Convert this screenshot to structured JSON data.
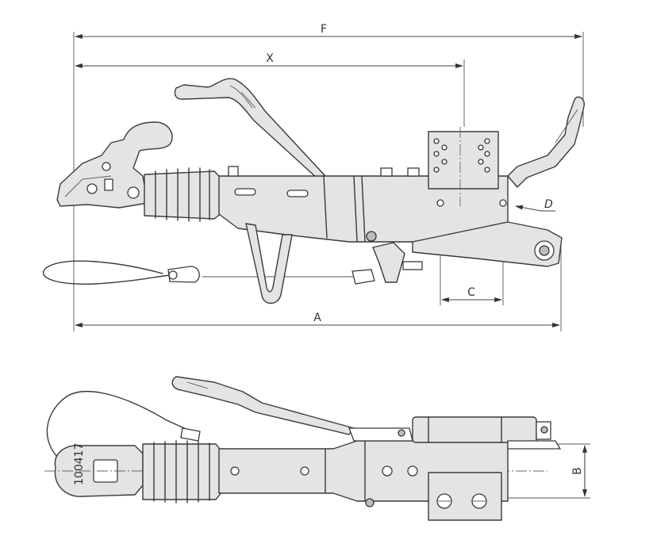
{
  "dimensions": {
    "F": "F",
    "X": "X",
    "A": "A",
    "C": "C",
    "D": "D",
    "B": "B"
  },
  "stamp_text": "100417",
  "colors": {
    "line": "#3a3a3a",
    "fill": "#e4e4e4",
    "background": "#ffffff"
  }
}
